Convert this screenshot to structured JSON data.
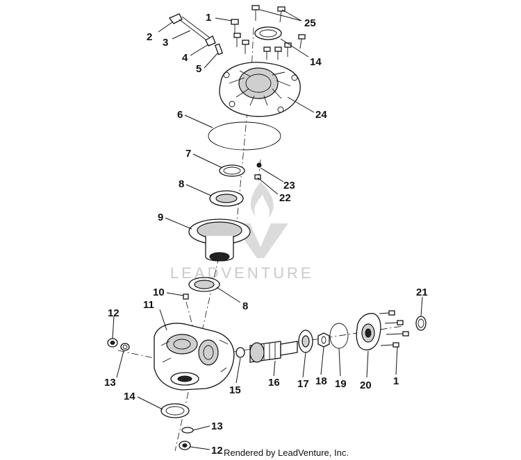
{
  "watermark": {
    "text": "LEADVENTURE"
  },
  "credit": "Rendered by LeadVenture, Inc.",
  "callouts": {
    "c1a": "1",
    "c25": "25",
    "c2": "2",
    "c3": "3",
    "c4": "4",
    "c5": "5",
    "c14a": "14",
    "c24": "24",
    "c6": "6",
    "c7": "7",
    "c23": "23",
    "c22": "22",
    "c8a": "8",
    "c9": "9",
    "c8b": "8",
    "c10": "10",
    "c11": "11",
    "c12a": "12",
    "c13a": "13",
    "c21": "21",
    "c14b": "14",
    "c15": "15",
    "c16": "16",
    "c17": "17",
    "c18": "18",
    "c19": "19",
    "c20": "20",
    "c1b": "1",
    "c13b": "13",
    "c12b": "12"
  }
}
